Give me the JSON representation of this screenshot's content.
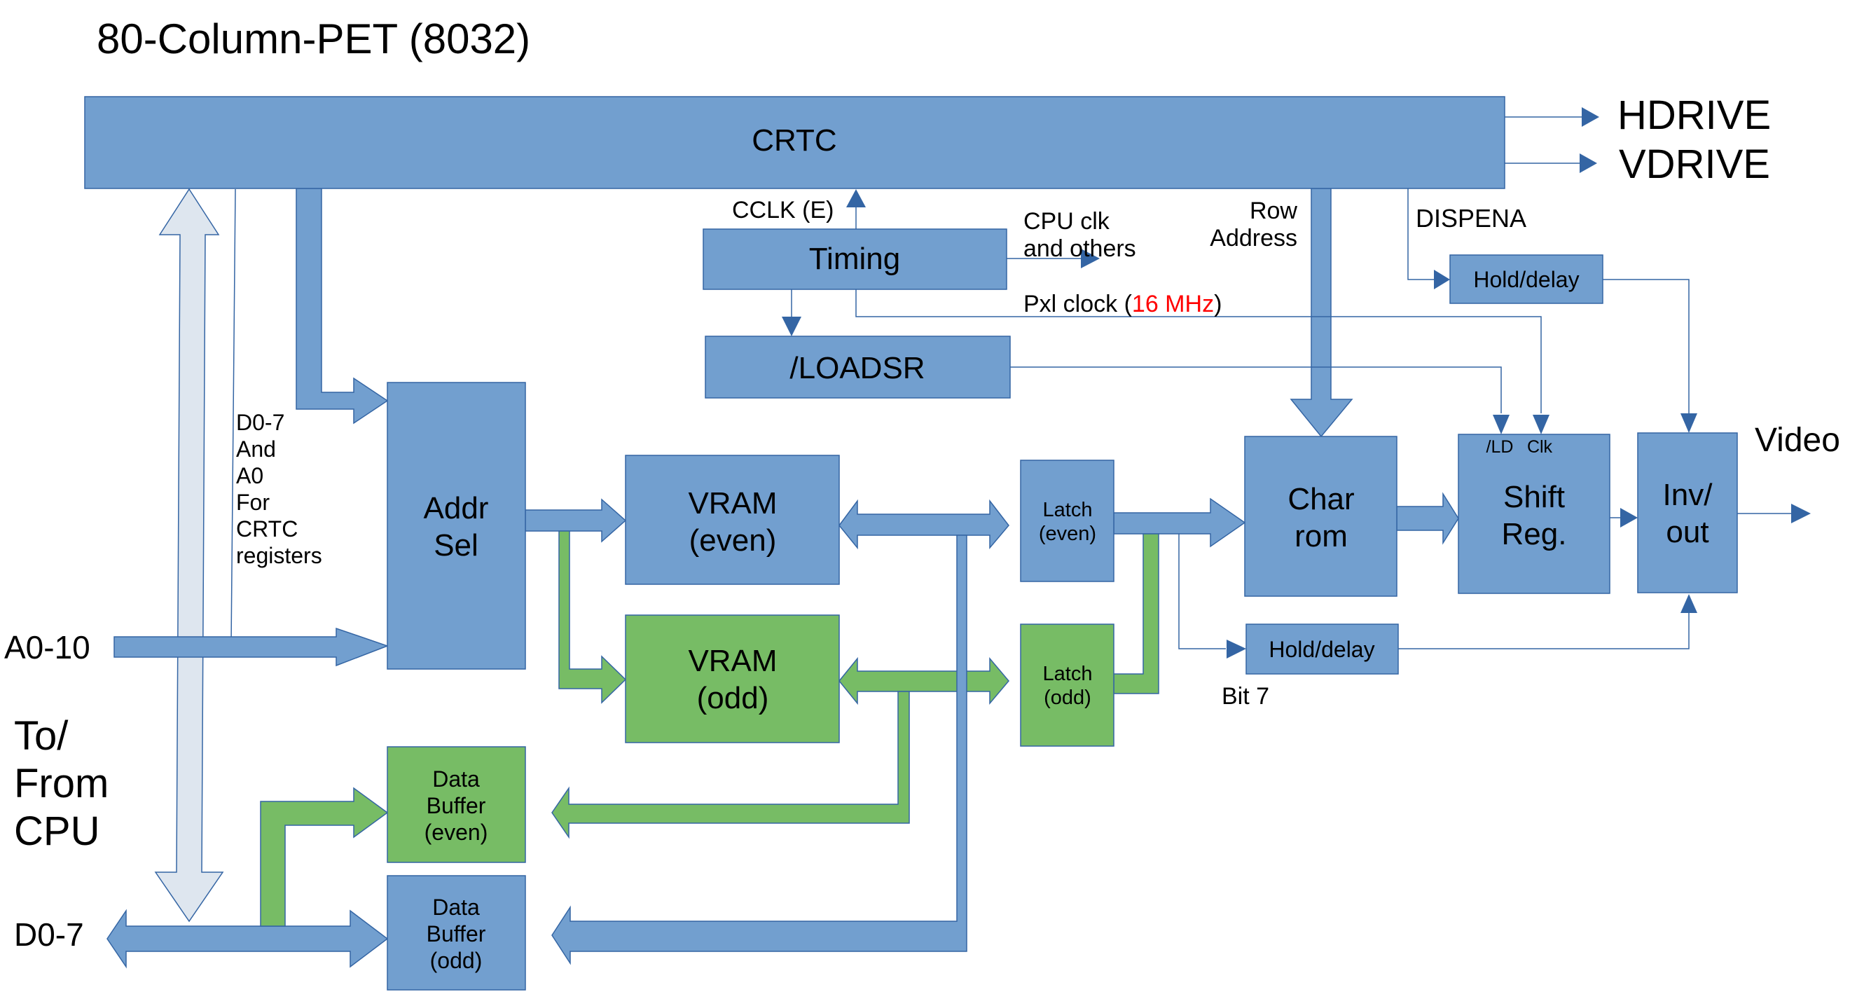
{
  "title": "80-Column-PET (8032)",
  "colors": {
    "blue_fill": "#729fcf",
    "blue_stroke": "#3465a4",
    "green_fill": "#77bc65",
    "light_fill": "#dee6ef",
    "arrow_head": "#3465a4",
    "highlight_red": "#ff0000"
  },
  "blocks": {
    "crtc": "CRTC",
    "timing": "Timing",
    "loadsr": "/LOADSR",
    "addr_sel": [
      "Addr",
      "Sel"
    ],
    "vram_even": [
      "VRAM",
      "(even)"
    ],
    "vram_odd": [
      "VRAM",
      "(odd)"
    ],
    "latch_even": [
      "Latch",
      "(even)"
    ],
    "latch_odd": [
      "Latch",
      "(odd)"
    ],
    "char_rom": [
      "Char",
      "rom"
    ],
    "shift_reg": [
      "Shift",
      "Reg."
    ],
    "shift_reg_pins": [
      "/LD",
      "Clk"
    ],
    "inv_out": [
      "Inv/",
      "out"
    ],
    "hold_delay_top": "Hold/delay",
    "hold_delay_bottom": "Hold/delay",
    "data_buffer_even": [
      "Data",
      "Buffer",
      "(even)"
    ],
    "data_buffer_odd": [
      "Data",
      "Buffer",
      "(odd)"
    ]
  },
  "labels": {
    "hdrive": "HDRIVE",
    "vdrive": "VDRIVE",
    "cclk": "CCLK (E)",
    "cpu_clk": [
      "CPU clk",
      "and others"
    ],
    "pxl_clock_prefix": "Pxl clock (",
    "pxl_clock_value": "16 MHz",
    "pxl_clock_suffix": ")",
    "row_address": [
      "Row",
      "Address"
    ],
    "dispena": "DISPENA",
    "crtc_regs": [
      "D0-7",
      "And",
      "A0",
      "For",
      "CRTC",
      "registers"
    ],
    "a0_10": "A0-10",
    "to_from_cpu": [
      "To/",
      "From",
      "CPU"
    ],
    "d0_7": "D0-7",
    "video": "Video",
    "bit7": "Bit 7"
  }
}
